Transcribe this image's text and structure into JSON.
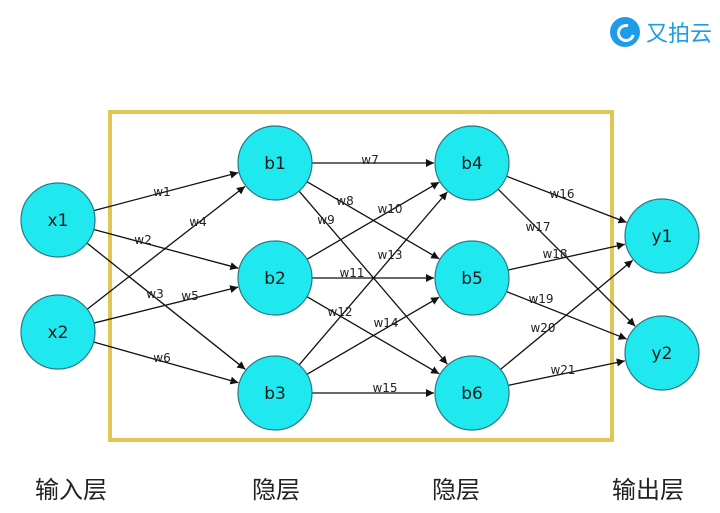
{
  "brand": {
    "name": "又拍云",
    "color": "#1e9be9"
  },
  "colors": {
    "node_fill": "#1fe8ef",
    "node_stroke": "#2a7a86",
    "box_stroke": "#e2c655",
    "edge": "#111111"
  },
  "layer_labels": {
    "input": "输入层",
    "hidden1": "隐层",
    "hidden2": "隐层",
    "output": "输出层"
  },
  "nodes": [
    {
      "id": "x1",
      "label": "x1"
    },
    {
      "id": "x2",
      "label": "x2"
    },
    {
      "id": "b1",
      "label": "b1"
    },
    {
      "id": "b2",
      "label": "b2"
    },
    {
      "id": "b3",
      "label": "b3"
    },
    {
      "id": "b4",
      "label": "b4"
    },
    {
      "id": "b5",
      "label": "b5"
    },
    {
      "id": "b6",
      "label": "b6"
    },
    {
      "id": "y1",
      "label": "y1"
    },
    {
      "id": "y2",
      "label": "y2"
    }
  ],
  "edges": [
    {
      "from": "x1",
      "to": "b1",
      "label": "w1"
    },
    {
      "from": "x1",
      "to": "b2",
      "label": "w2"
    },
    {
      "from": "x1",
      "to": "b3",
      "label": "w3"
    },
    {
      "from": "x2",
      "to": "b1",
      "label": "w4"
    },
    {
      "from": "x2",
      "to": "b2",
      "label": "w5"
    },
    {
      "from": "x2",
      "to": "b3",
      "label": "w6"
    },
    {
      "from": "b1",
      "to": "b4",
      "label": "w7"
    },
    {
      "from": "b1",
      "to": "b5",
      "label": "w8"
    },
    {
      "from": "b1",
      "to": "b6",
      "label": "w9"
    },
    {
      "from": "b2",
      "to": "b4",
      "label": "w10"
    },
    {
      "from": "b2",
      "to": "b5",
      "label": "w11"
    },
    {
      "from": "b2",
      "to": "b6",
      "label": "w12"
    },
    {
      "from": "b3",
      "to": "b4",
      "label": "w13"
    },
    {
      "from": "b3",
      "to": "b5",
      "label": "w14"
    },
    {
      "from": "b3",
      "to": "b6",
      "label": "w15"
    },
    {
      "from": "b4",
      "to": "y1",
      "label": "w16"
    },
    {
      "from": "b4",
      "to": "y2",
      "label": "w17"
    },
    {
      "from": "b5",
      "to": "y1",
      "label": "w18"
    },
    {
      "from": "b5",
      "to": "y2",
      "label": "w19"
    },
    {
      "from": "b6",
      "to": "y1",
      "label": "w20"
    },
    {
      "from": "b6",
      "to": "y2",
      "label": "w21"
    }
  ]
}
